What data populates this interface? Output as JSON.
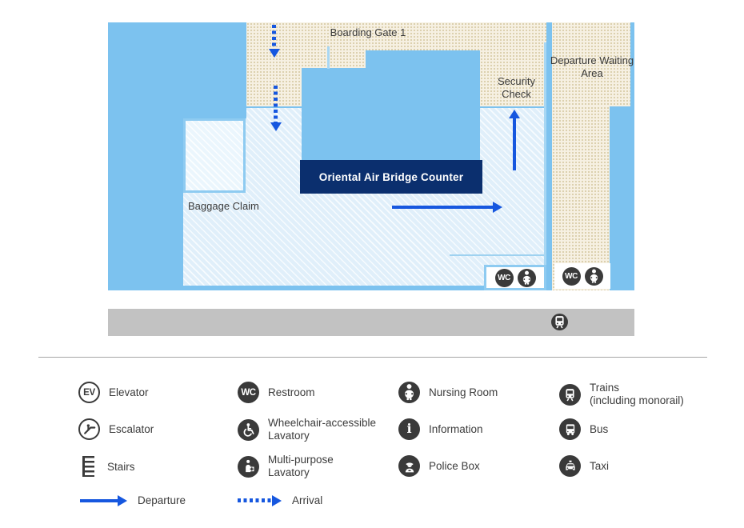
{
  "map": {
    "boarding_gate": "Boarding Gate 1",
    "security_check": "Security Check",
    "departure_waiting": "Departure Waiting Area",
    "counter": "Oriental Air Bridge Counter",
    "baggage_claim": "Baggage Claim",
    "restroom_badge": "WC"
  },
  "legend": {
    "elevator_badge": "EV",
    "restroom_badge": "WC",
    "information_glyph": "i",
    "elevator": "Elevator",
    "escalator": "Escalator",
    "stairs": "Stairs",
    "departure": "Departure",
    "restroom": "Restroom",
    "wheelchair1": "Wheelchair-accessible",
    "wheelchair2": "Lavatory",
    "multipurpose1": "Multi-purpose",
    "multipurpose2": "Lavatory",
    "arrival": "Arrival",
    "nursing": "Nursing Room",
    "information": "Information",
    "police": "Police Box",
    "trains1": "Trains",
    "trains2": "(including monorail)",
    "bus": "Bus",
    "taxi": "Taxi"
  },
  "colors": {
    "arrow_blue": "#1657df",
    "counter_navy": "#0b2f6e",
    "floor_sky_blue": "#7cc2ef",
    "hall_light_blue": "#e0effa",
    "restricted_beige": "#f6f0e2",
    "transit_bar_gray": "#c2c2c2",
    "icon_dark": "#3a3a3a"
  },
  "icon_names": [
    "restroom-icon",
    "nursing-room-icon",
    "elevator-icon",
    "escalator-icon",
    "stairs-icon",
    "wheelchair-lavatory-icon",
    "multipurpose-lavatory-icon",
    "information-icon",
    "police-box-icon",
    "trains-icon",
    "bus-icon",
    "taxi-icon",
    "departure-arrow-icon",
    "arrival-arrow-icon"
  ]
}
